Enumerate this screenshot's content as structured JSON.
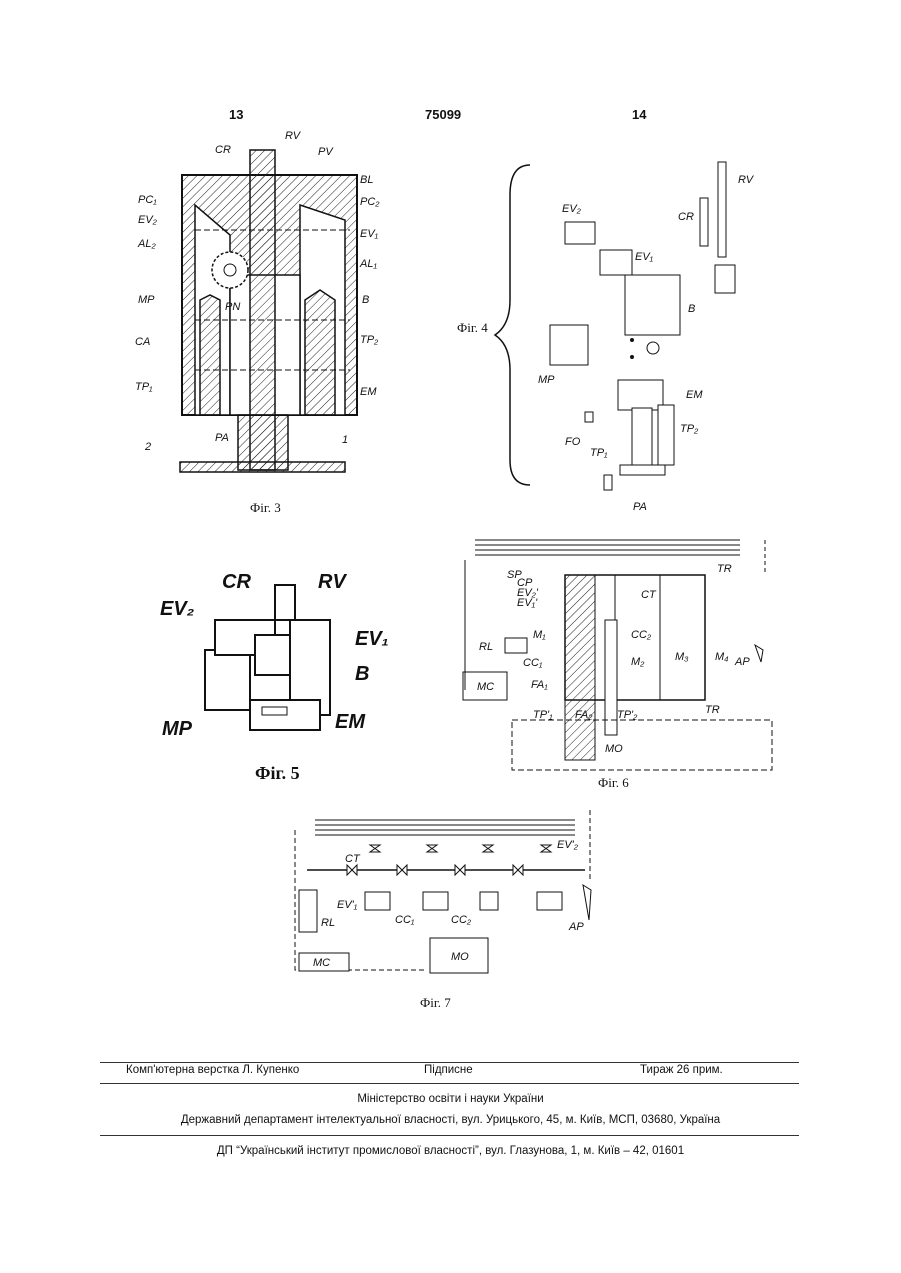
{
  "header": {
    "page_left": "13",
    "patent_number": "75099",
    "page_right": "14"
  },
  "fig3": {
    "caption": "Фіг. 3",
    "labels": {
      "CR": "CR",
      "RV": "RV",
      "PV": "PV",
      "BL": "BL",
      "PC1": "PC₁",
      "PC2": "PC₂",
      "EV2": "EV₂",
      "EV1": "EV₁",
      "AL2": "AL₂",
      "AL1": "AL₁",
      "MP": "MP",
      "PN": "PN",
      "B": "B",
      "CA": "CA",
      "TP2": "TP₂",
      "TP1": "TP₁",
      "EM": "EM",
      "PA": "PA",
      "n2": "2",
      "n1": "1"
    }
  },
  "fig4": {
    "caption": "Фіг. 4",
    "labels": {
      "EV2": "EV₂",
      "EV1": "EV₁",
      "CR": "CR",
      "RV": "RV",
      "B": "B",
      "MP": "MP",
      "EM": "EM",
      "FO": "FO",
      "TP1": "TP₁",
      "TP2": "TP₂",
      "PA": "PA"
    }
  },
  "fig5": {
    "caption": "Фіг. 5",
    "labels": {
      "CR": "CR",
      "RV": "RV",
      "EV2": "EV₂",
      "EV1": "EV₁",
      "B": "B",
      "MP": "MP",
      "EM": "EM"
    }
  },
  "fig6": {
    "caption": "Фіг. 6",
    "labels": {
      "SP": "SP",
      "CP": "CP",
      "EV2": "EV₂'",
      "EV1": "EV₁'",
      "CT": "CT",
      "TR_top": "TR",
      "TR_bottom": "TR",
      "RL": "RL",
      "M1": "M₁",
      "CC2": "CC₂",
      "CC1": "CC₁",
      "M2": "M₂",
      "M3": "M₃",
      "M4": "M₄",
      "AP": "AP",
      "MC": "MC",
      "FA1": "FA₁",
      "FA2": "FA₂",
      "TP1": "TP'₁",
      "TP2": "TP'₂",
      "MO": "MO"
    }
  },
  "fig7": {
    "caption": "Фіг. 7",
    "labels": {
      "EV2": "EV'₂",
      "EV1": "EV'₁",
      "CT": "CT",
      "RL": "RL",
      "CC1": "CC₁",
      "CC2": "CC₂",
      "AP": "AP",
      "MC": "MC",
      "MO": "MO"
    }
  },
  "footer": {
    "layout": "Комп'ютерна верстка Л. Купенко",
    "signed": "Підписне",
    "circulation": "Тираж 26 прим.",
    "ministry": "Міністерство освіти і науки України",
    "department": "Державний департамент інтелектуальної власності, вул. Урицького, 45, м. Київ, МСП, 03680, Україна",
    "institute": "ДП “Український інститут промислової власності”, вул. Глазунова, 1, м. Київ – 42, 01601"
  }
}
